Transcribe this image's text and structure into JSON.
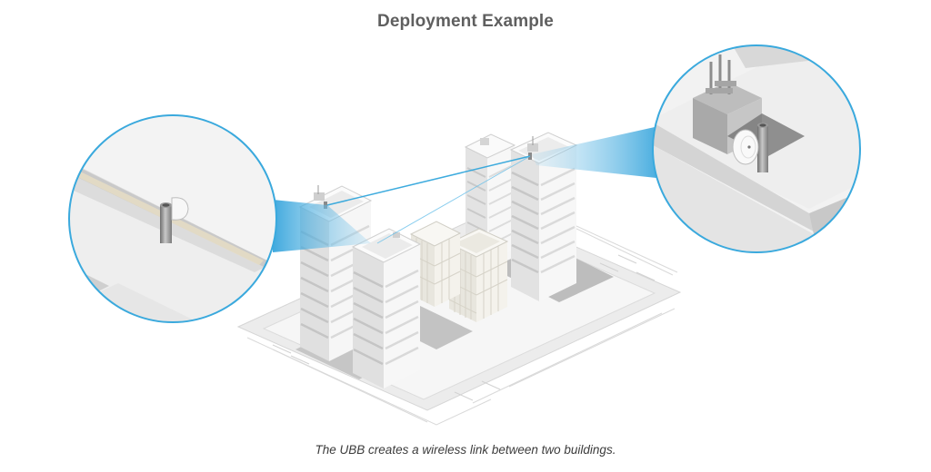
{
  "title": "Deployment Example",
  "caption": "The UBB creates a wireless link between two buildings.",
  "colors": {
    "accent": "#2aa3db",
    "circle_border": "#3aa9dd",
    "title_text": "#5f5f5f",
    "caption_text": "#3c3c3c"
  },
  "illustration": {
    "left_inset": "rooftop-mast-with-ubb-device",
    "right_inset": "rooftop-mast-with-ubb-dish",
    "buildings": [
      "left-tower-with-device",
      "front-tower",
      "glass-building-1",
      "glass-building-2",
      "rear-tower",
      "right-tower-with-device"
    ]
  }
}
